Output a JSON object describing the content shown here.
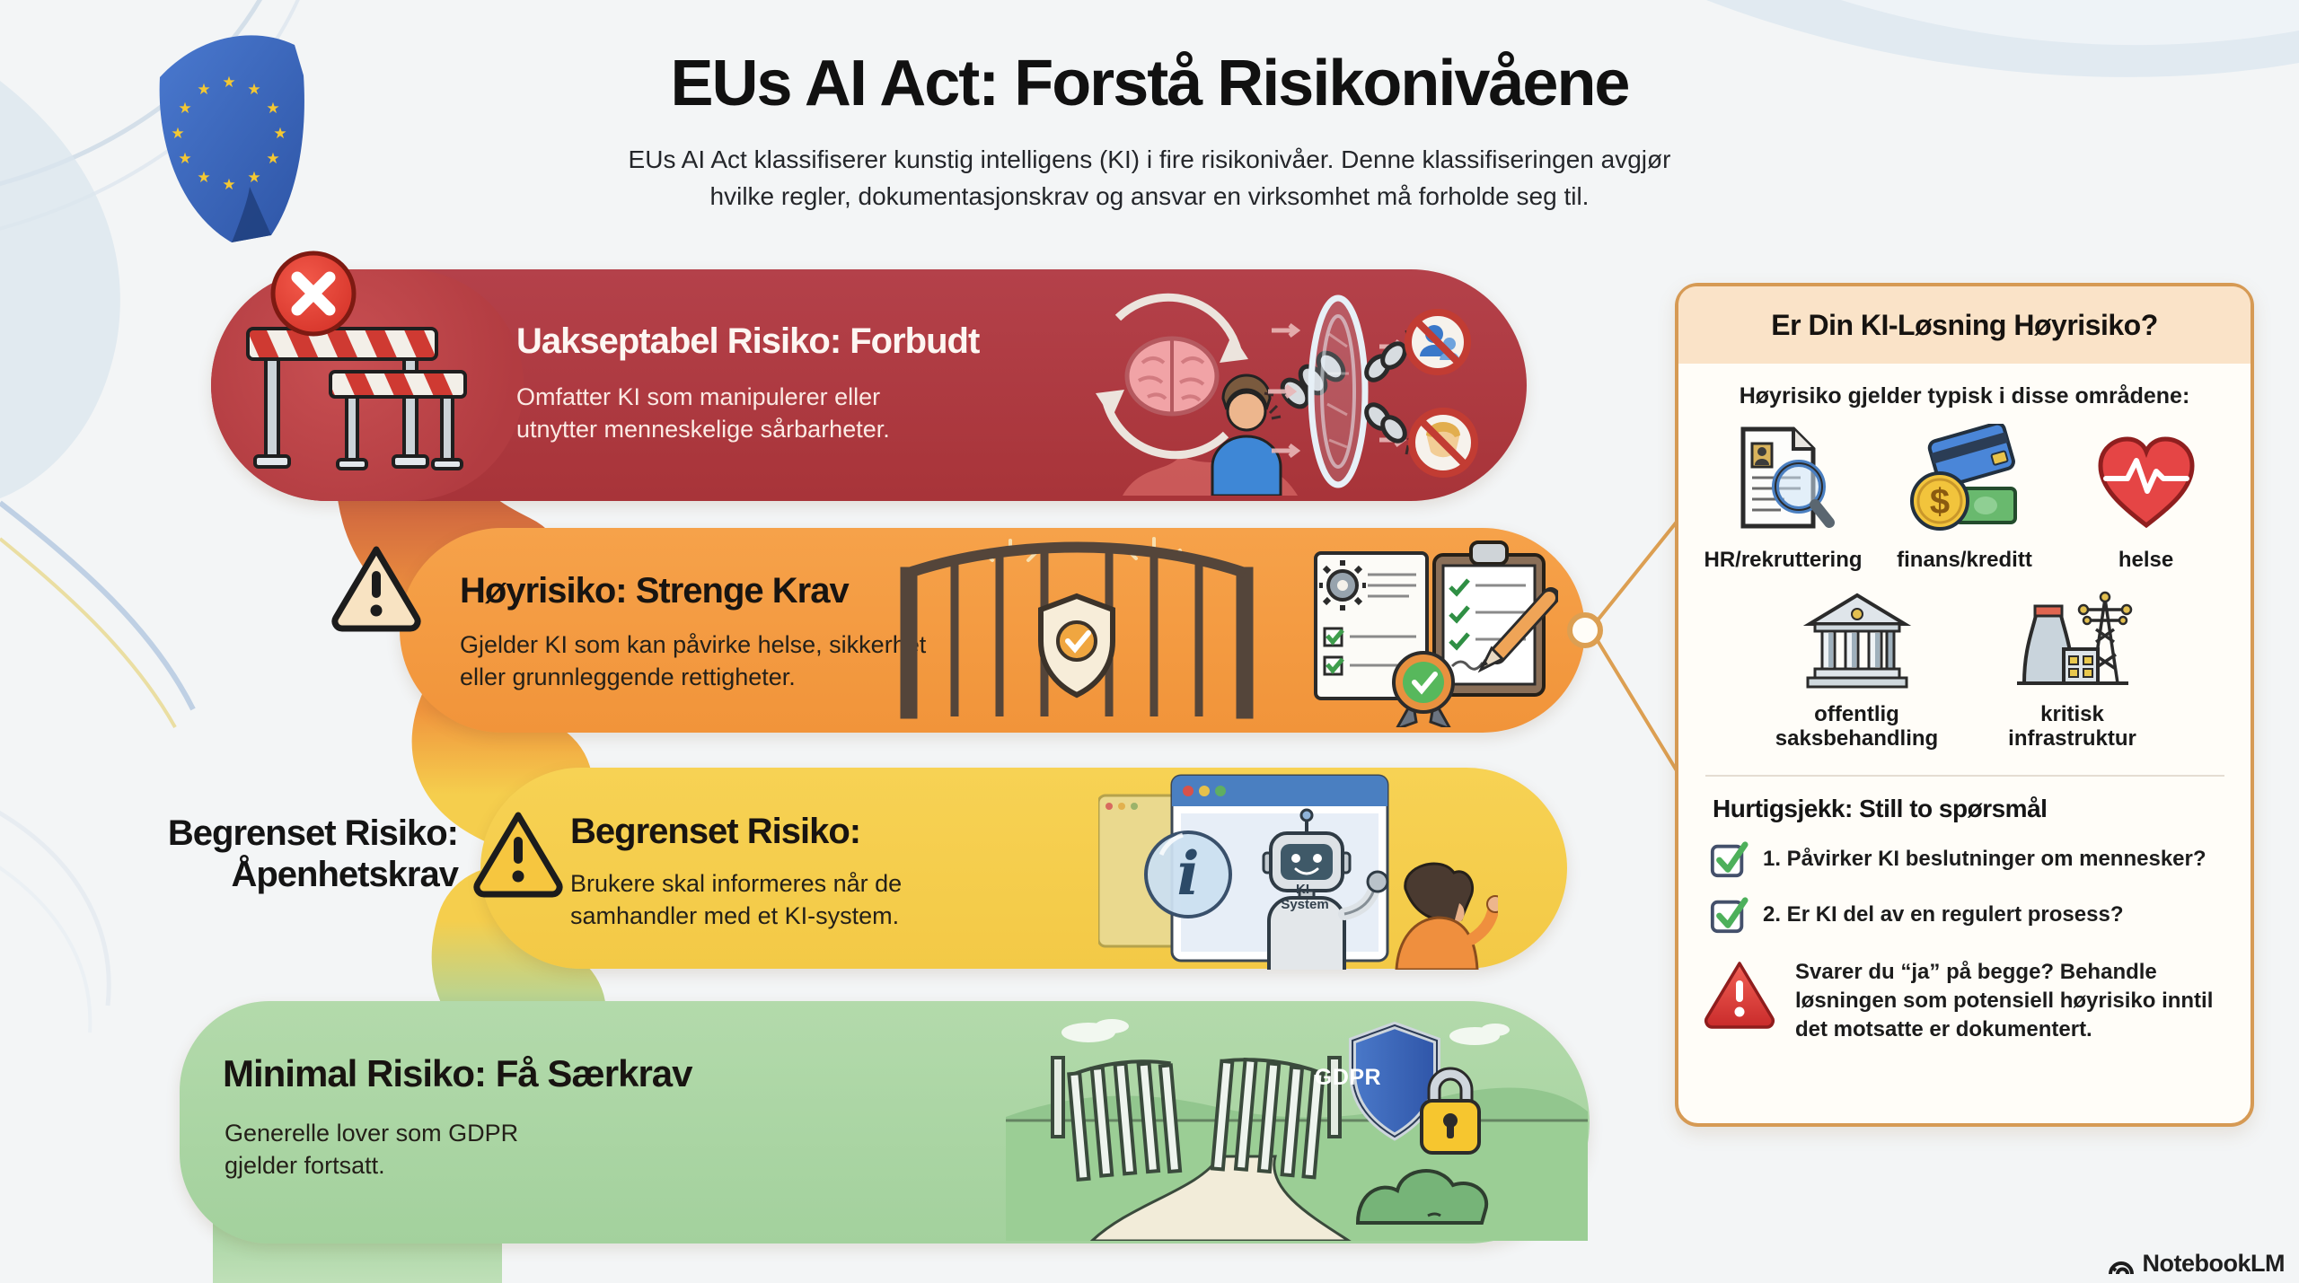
{
  "header": {
    "title": "EUs AI Act: Forstå Risikonivåene",
    "subtitle": "EUs AI Act klassifiserer kunstig intelligens (KI) i fire risikonivåer. Denne klassifiseringen avgjør\nhvilke regler, dokumentasjonskrav og ansvar en virksomhet må forholde seg til."
  },
  "bands": [
    {
      "title": "Uakseptabel Risiko: Forbudt",
      "body": "Omfatter KI som manipulerer eller\nutnytter menneskelige sårbarheter.",
      "color": "#b23c41"
    },
    {
      "title": "Høyrisiko: Strenge Krav",
      "body": "Gjelder KI som kan påvirke helse, sikkerhet\neller grunnleggende rettigheter.",
      "color": "#f49a40"
    },
    {
      "title": "Begrenset Risiko:",
      "body": "Brukere skal informeres når de\nsamhandler med et KI-system.",
      "side_label": "Begrenset Risiko:\nÅpenhetskrav",
      "robot_label": "KI-\nSystem",
      "color": "#f5ce4d"
    },
    {
      "title": "Minimal Risiko: Få Særkrav",
      "body": "Generelle lover som GDPR\ngjelder fortsatt.",
      "shield_label": "GDPR",
      "color": "#a9d5a3"
    }
  ],
  "panel": {
    "title": "Er Din KI-Løsning Høyrisiko?",
    "areas_heading": "Høyrisiko gjelder typisk i disse områdene:",
    "areas": [
      {
        "icon": "cv-magnifier-icon",
        "label": "HR/rekruttering"
      },
      {
        "icon": "card-coin-cash-icon",
        "label": "finans/kreditt"
      },
      {
        "icon": "heart-pulse-icon",
        "label": "helse"
      },
      {
        "icon": "bank-building-icon",
        "label": "offentlig\nsaksbehandling"
      },
      {
        "icon": "power-plant-icon",
        "label": "kritisk\ninfrastruktur"
      }
    ],
    "quickcheck_heading": "Hurtigsjekk: Still to spørsmål",
    "questions": [
      "1. Påvirker KI beslutninger om mennesker?",
      "2. Er KI del av en regulert prosess?"
    ],
    "warning": "Svarer du “ja” på begge? Behandle\nløsningen som potensiell høyrisiko inntil\ndet motsatte er dokumentert."
  },
  "footer": {
    "brand": "NotebookLM"
  }
}
